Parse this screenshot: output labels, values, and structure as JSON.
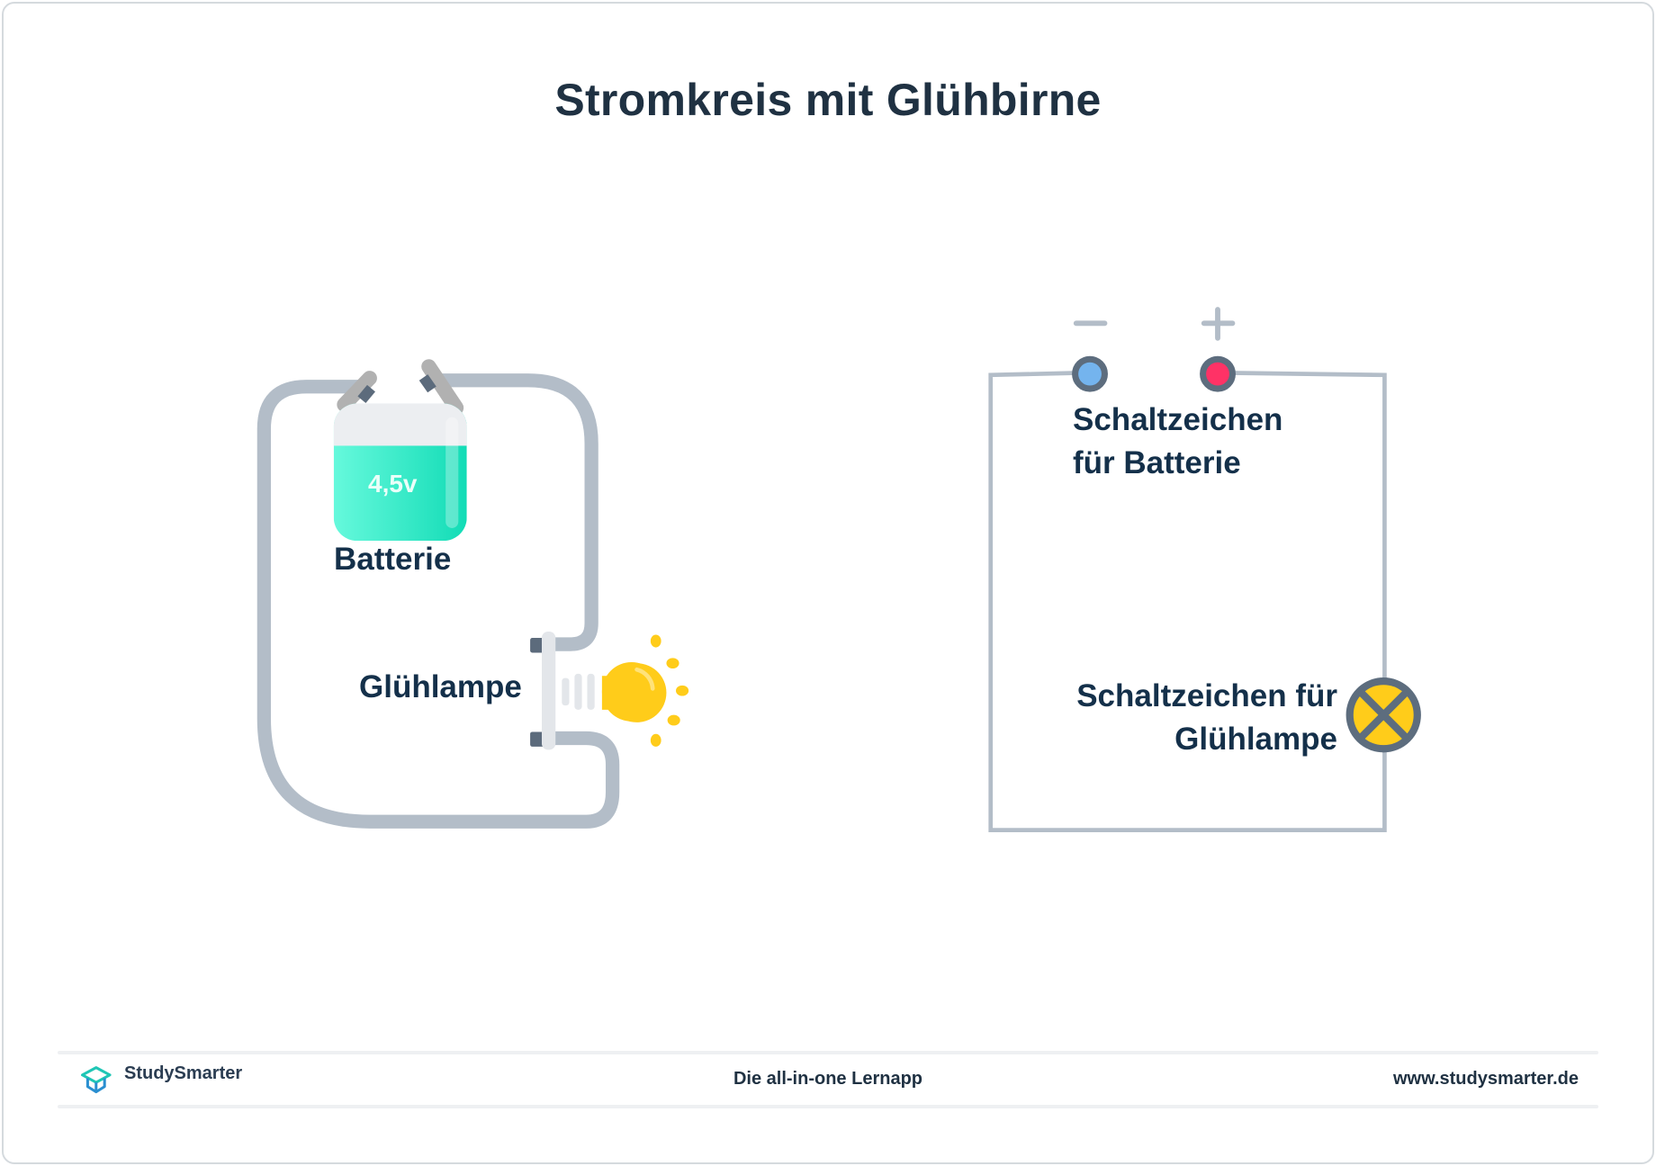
{
  "title": "Stromkreis mit Glühbirne",
  "left_diagram": {
    "battery": {
      "voltage": "4,5v",
      "label": "Batterie",
      "colors": {
        "body": "#2ee8c6",
        "cap": "#eceef1",
        "wire": "#b3bdc8",
        "clip": "#b1b1b1",
        "terminal": "#5c6b7c"
      }
    },
    "lamp": {
      "label": "Glühlampe",
      "colors": {
        "bulb": "#ffcc1a",
        "socket": "#e3e6ea"
      }
    }
  },
  "right_diagram": {
    "battery_symbol": {
      "minus_sign": "−",
      "plus_sign": "+",
      "label_line1": "Schaltzeichen",
      "label_line2": "für Batterie",
      "colors": {
        "negative": "#74b4ee",
        "positive": "#ff3266",
        "ring": "#5d6d7e"
      }
    },
    "lamp_symbol": {
      "label_line1": "Schaltzeichen für",
      "label_line2": "Glühlampe",
      "colors": {
        "fill": "#ffcc1a",
        "ring": "#5d6d7e"
      }
    },
    "wire_color": "#b3bdc8"
  },
  "footer": {
    "brand": "StudySmarter",
    "tagline": "Die all-in-one Lernapp",
    "url": "www.studysmarter.de"
  }
}
